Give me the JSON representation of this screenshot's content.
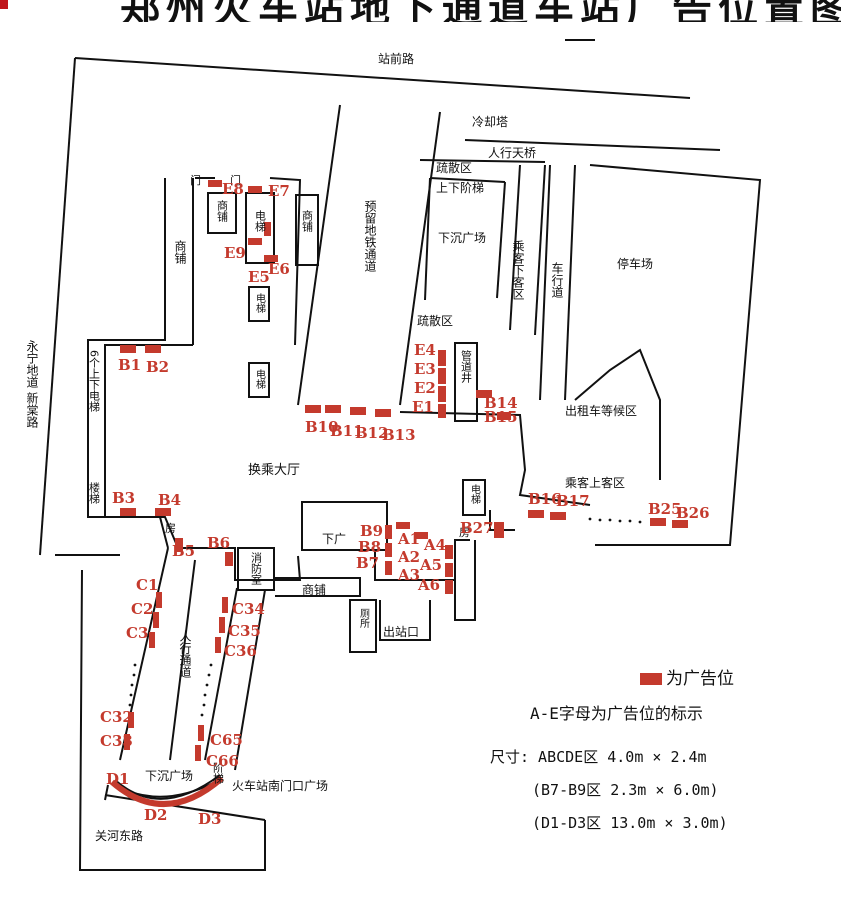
{
  "header": {
    "title": "郑州火车站地下通道车站广告位置图"
  },
  "roads": {
    "north": "站前路",
    "west": "永宁地道 新棠路",
    "south": "关河东路"
  },
  "areas": {
    "cooling_tower": "冷却塔",
    "footbridge": "人行天桥",
    "evac_top": "疏散区",
    "stairs_up_down": "上下阶梯",
    "sunken_plaza_n": "下沉广场",
    "passenger_drop": "乘客下客区",
    "lane": "车行道",
    "parking": "停车场",
    "metro": "预留地铁通道",
    "shop_left": "商铺",
    "shop_e": "商铺",
    "shop_e2": "商铺",
    "shop_mid": "商铺",
    "elevator_top": "电梯",
    "elevator_small": "电梯",
    "elevator_hall": "电梯",
    "elevator_right": "电梯",
    "elevator_6": "6个上下电梯",
    "stairs_left": "楼梯",
    "evac_mid": "疏散区",
    "pipe_well": "管道井",
    "taxi_wait": "出租车等候区",
    "passenger_pickup": "乘客上客区",
    "hall": "换乘大厅",
    "sunken_inner": "下广",
    "fire_room": "消防室",
    "room_left": "房",
    "room_right": "房",
    "toilet": "厕所",
    "exit": "出站口",
    "walkway": "人行通道",
    "stairs_bottom": "阶梯",
    "sunken_plaza_s": "下沉广场",
    "south_gate": "火车站南门口广场",
    "gate_a": "门",
    "gate_b": "门"
  },
  "ad_labels": {
    "E8": "E8",
    "E7": "E7",
    "E9": "E9",
    "E5": "E5",
    "E6": "E6",
    "B1": "B1",
    "B2": "B2",
    "B3": "B3",
    "B4": "B4",
    "B5": "B5",
    "B6": "B6",
    "B7": "B7",
    "B8": "B8",
    "B9": "B9",
    "B10": "B10",
    "B11": "B11",
    "B12": "B12",
    "B13": "B13",
    "B14": "B14",
    "B15": "B15",
    "B16": "B16",
    "B17": "B17",
    "B25": "B25",
    "B26": "B26",
    "B27": "B27",
    "E1": "E1",
    "E2": "E2",
    "E3": "E3",
    "E4": "E4",
    "A1": "A1",
    "A2": "A2",
    "A3": "A3",
    "A4": "A4",
    "A5": "A5",
    "A6": "A6",
    "C1": "C1",
    "C2": "C2",
    "C3": "C3",
    "C32": "C32",
    "C33": "C33",
    "C34": "C34",
    "C35": "C35",
    "C36": "C36",
    "C65": "C65",
    "C66": "C66",
    "D1": "D1",
    "D2": "D2",
    "D3": "D3"
  },
  "legend": {
    "marker_label": "为广告位",
    "letter_note": "A-E字母为广告位的标示",
    "size_main": "尺寸: ABCDE区 4.0m × 2.4m",
    "size_b": "(B7-B9区 2.3m × 6.0m)",
    "size_d": "(D1-D3区 13.0m × 3.0m)"
  },
  "colors": {
    "ad_marker": "#c43a2d",
    "line": "#111111",
    "title_mark": "#c0161c"
  }
}
